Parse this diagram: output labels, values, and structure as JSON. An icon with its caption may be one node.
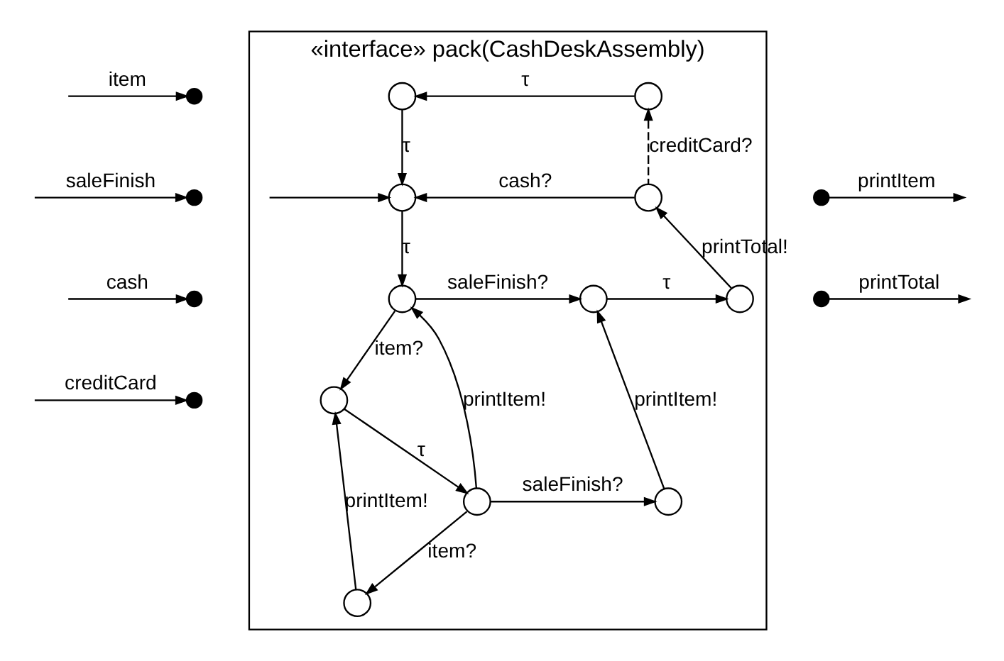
{
  "diagram": {
    "nodes": [
      {
        "text": [
          "«interface» pack(CashDeskAssembly)"
        ]
      },
      {
        "text": [],
        "shape": "circle",
        "in": 0
      },
      {
        "text": [],
        "shape": "circle",
        "in": 0
      },
      {
        "text": [],
        "shape": "circle",
        "in": 0
      },
      {
        "text": [],
        "shape": "circle",
        "in": 0
      },
      {
        "text": [],
        "shape": "circle",
        "in": 0
      },
      {
        "text": [],
        "shape": "circle",
        "in": 0
      },
      {
        "text": [],
        "shape": "circle",
        "in": 0
      },
      {
        "text": [],
        "shape": "circle",
        "in": 0
      },
      {
        "text": [],
        "shape": "circle",
        "in": 0
      },
      {
        "text": [],
        "shape": "circle",
        "in": 0
      },
      {
        "text": [],
        "shape": "circle",
        "in": 0
      },
      {
        "text": [],
        "shape": "dot"
      },
      {
        "text": [],
        "shape": "dot"
      },
      {
        "text": [],
        "shape": "dot"
      },
      {
        "text": [],
        "shape": "dot"
      },
      {
        "text": [],
        "shape": "dot"
      },
      {
        "text": [],
        "shape": "dot"
      }
    ],
    "edges": [
      {
        "from": 2,
        "to": 1,
        "arrow": "to",
        "label": "τ"
      },
      {
        "from": 1,
        "to": 3,
        "arrow": "to",
        "label": "τ"
      },
      {
        "from": 4,
        "to": 3,
        "arrow": "to",
        "label": "cash?"
      },
      {
        "from": null,
        "to": 3,
        "arrow": "to"
      },
      {
        "from": 3,
        "to": 5,
        "arrow": "to",
        "label": "τ"
      },
      {
        "from": 5,
        "to": 6,
        "arrow": "to",
        "label": "saleFinish?"
      },
      {
        "from": 6,
        "to": 7,
        "arrow": "to",
        "label": "τ"
      },
      {
        "from": 7,
        "to": 4,
        "arrow": "to",
        "label": "printTotal!"
      },
      {
        "from": 4,
        "to": 2,
        "arrow": "to",
        "label": "creditCard?",
        "style": "dashed"
      },
      {
        "from": 5,
        "to": 8,
        "arrow": "to",
        "label": "item?"
      },
      {
        "from": 9,
        "to": 5,
        "arrow": "to",
        "label": "printItem!"
      },
      {
        "from": 10,
        "to": 6,
        "arrow": "to",
        "label": "printItem!"
      },
      {
        "from": 8,
        "to": 9,
        "arrow": "to",
        "label": "τ"
      },
      {
        "from": 9,
        "to": 10,
        "arrow": "to",
        "label": "saleFinish?"
      },
      {
        "from": 9,
        "to": 11,
        "arrow": "to",
        "label": "item?"
      },
      {
        "from": 11,
        "to": 8,
        "arrow": "to",
        "label": "printItem!"
      },
      {
        "from": null,
        "to": 12,
        "arrow": "to",
        "label": "item"
      },
      {
        "from": null,
        "to": 13,
        "arrow": "to",
        "label": "saleFinish"
      },
      {
        "from": null,
        "to": 14,
        "arrow": "to",
        "label": "cash"
      },
      {
        "from": null,
        "to": 15,
        "arrow": "to",
        "label": "creditCard"
      },
      {
        "from": 16,
        "to": null,
        "arrow": "to",
        "label": "printItem"
      },
      {
        "from": 17,
        "to": null,
        "arrow": "to",
        "label": "printTotal"
      }
    ]
  }
}
